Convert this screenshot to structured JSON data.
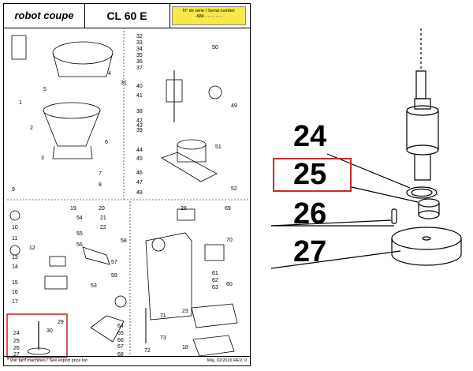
{
  "header": {
    "brand": "robot coupe",
    "model": "CL 60 E",
    "serial_line1": "N° de série / Serial number",
    "serial_line2": "-684 - - - - -  - -"
  },
  "footer": {
    "note": "* Voir tarif machines / See export price list",
    "ref": "Maj. 02/2016  REV. 0"
  },
  "sheet_labels": [
    "1",
    "2",
    "3",
    "4",
    "5",
    "6",
    "7",
    "8",
    "9",
    "10",
    "11",
    "12",
    "13",
    "14",
    "15",
    "16",
    "17",
    "18",
    "19",
    "20",
    "21",
    "22",
    "23",
    "24",
    "25",
    "26",
    "27",
    "28",
    "29",
    "30",
    "31",
    "32",
    "33",
    "34",
    "35",
    "36",
    "37",
    "38",
    "39",
    "40",
    "41",
    "42",
    "43",
    "44",
    "45",
    "46",
    "47",
    "48",
    "49",
    "50",
    "51",
    "52",
    "53",
    "54",
    "55",
    "56",
    "57",
    "58",
    "59",
    "60",
    "61",
    "62",
    "63",
    "64",
    "65",
    "66",
    "67",
    "68",
    "69",
    "70",
    "71",
    "72",
    "73"
  ],
  "callouts": [
    "24",
    "25",
    "26",
    "27"
  ],
  "highlighted_callout": "25",
  "colors": {
    "highlight": "#cc2a2a",
    "serial_bg": "#f5e84a"
  }
}
